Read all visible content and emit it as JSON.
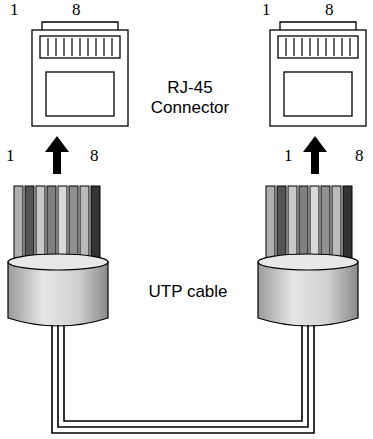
{
  "diagram": {
    "labels": [
      "1",
      "8",
      "1",
      "8",
      "RJ-45 Connector",
      "1",
      "8",
      "1",
      "8",
      "UTP cable"
    ]
  }
}
